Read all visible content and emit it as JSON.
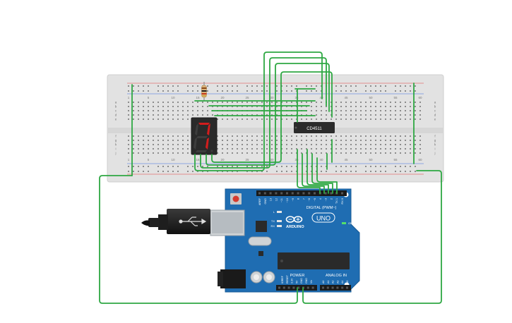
{
  "breadboard": {
    "column_numbers": [
      "1",
      "5",
      "10",
      "15",
      "20",
      "25",
      "30",
      "35",
      "40",
      "45",
      "50",
      "55",
      "60"
    ],
    "row_letters_top": [
      "a",
      "b",
      "c",
      "d",
      "e"
    ],
    "row_letters_bottom": [
      "f",
      "g",
      "h",
      "i",
      "j"
    ]
  },
  "display": {
    "digit": "7",
    "segment_color": "#d21d1d"
  },
  "ic": {
    "label": "CD4511"
  },
  "arduino": {
    "logo_text": "ARDUINO",
    "uno_text": "UNO",
    "digital_label": "DIGITAL (PWM~)",
    "power_label": "POWER",
    "analog_label": "ANALOG IN",
    "led_labels": [
      "L",
      "TX",
      "RX"
    ],
    "on_label": "ON",
    "digital_pins": [
      "AREF",
      "GND",
      "13",
      "12",
      "~11",
      "~10",
      "~9",
      "8",
      "7",
      "~6",
      "~5",
      "4",
      "~3",
      "2",
      "TX 1",
      "RX 0"
    ],
    "power_pins": [
      "IOREF",
      "RESET",
      "3.3V",
      "5V",
      "GND",
      "GND",
      "Vin"
    ],
    "analog_pins": [
      "A0",
      "A1",
      "A2",
      "A3",
      "A4",
      "A5"
    ]
  },
  "colors": {
    "wire": "#2ea843",
    "board": "#1f6db2",
    "breadboard": "#e3e3e3",
    "ic": "#2b2b2b"
  }
}
